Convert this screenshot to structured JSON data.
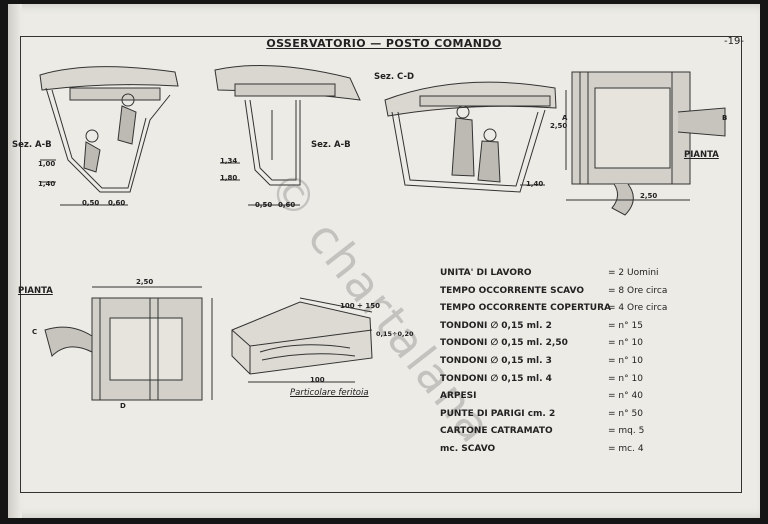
{
  "page": {
    "title": "OSSERVATORIO — POSTO COMANDO",
    "number": "-19-"
  },
  "watermark": "© chartalana",
  "labels": {
    "sez_ab_1": "Sez. A-B",
    "sez_ab_2": "Sez. A-B",
    "sez_cd": "Sez. C-D",
    "pianta_top": "PIANTA",
    "pianta_bottom": "PIANTA",
    "particolare": "Particolare feritoia",
    "dim_050": "0,50",
    "dim_060": "0,60",
    "dim_050b": "0,50",
    "dim_060b": "0,60",
    "dim_100": "1,00",
    "dim_140": "1,40",
    "dim_134": "1,34",
    "dim_180": "1,80",
    "dim_140b": "1,40",
    "dim_250": "2,50",
    "dim_250b": "2,50",
    "dim_250c": "2,50",
    "dim_feritoia_w": "100",
    "dim_feritoia_top": "100 ÷ 150",
    "dim_feritoia_h": "0,15÷0,20",
    "letter_a": "A",
    "letter_b": "B",
    "letter_c": "C",
    "letter_d": "D"
  },
  "specs": [
    {
      "key": "UNITA' DI LAVORO",
      "value": "= 2 Uomini"
    },
    {
      "key": "TEMPO OCCORRENTE SCAVO",
      "value": "= 8 Ore circa"
    },
    {
      "key": "TEMPO OCCORRENTE COPERTURA",
      "value": "= 4 Ore circa"
    },
    {
      "key": "TONDONI ∅ 0,15 ml. 2",
      "value": "= n° 15"
    },
    {
      "key": "TONDONI ∅ 0,15 ml. 2,50",
      "value": "= n° 10"
    },
    {
      "key": "TONDONI ∅ 0,15 ml. 3",
      "value": "= n° 10"
    },
    {
      "key": "TONDONI ∅ 0,15 ml. 4",
      "value": "= n° 10"
    },
    {
      "key": "ARPESI",
      "value": "= n° 40"
    },
    {
      "key": "PUNTE DI PARIGI cm. 2",
      "value": "= n° 50"
    },
    {
      "key": "CARTONE CATRAMATO",
      "value": "= mq. 5"
    },
    {
      "key": "mc. SCAVO",
      "value": "= mc. 4"
    }
  ]
}
